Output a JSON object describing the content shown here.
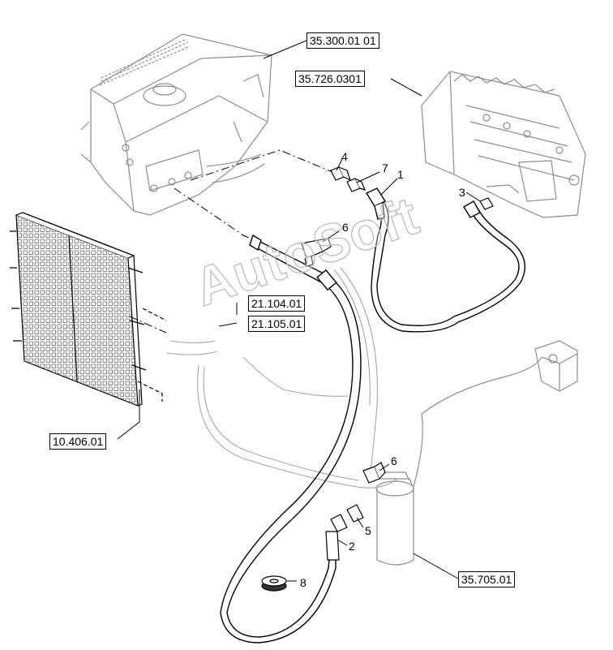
{
  "references": {
    "hydraulic_tank": "35.300.01 01",
    "control_valve": "35.726.0301",
    "ref_21104": "21.104.01",
    "ref_21105": "21.105.01",
    "oil_cooler": "10.406.01",
    "filter": "35.705.01"
  },
  "callouts": {
    "p1": "1",
    "p2": "2",
    "p3": "3",
    "p4": "4",
    "p5": "5",
    "p6a": "6",
    "p6b": "6",
    "p7": "7",
    "p8": "8"
  },
  "watermark": "AutoSoft",
  "colors": {
    "line": "#000000",
    "ghost": "#9a9a9a",
    "background": "#ffffff"
  }
}
